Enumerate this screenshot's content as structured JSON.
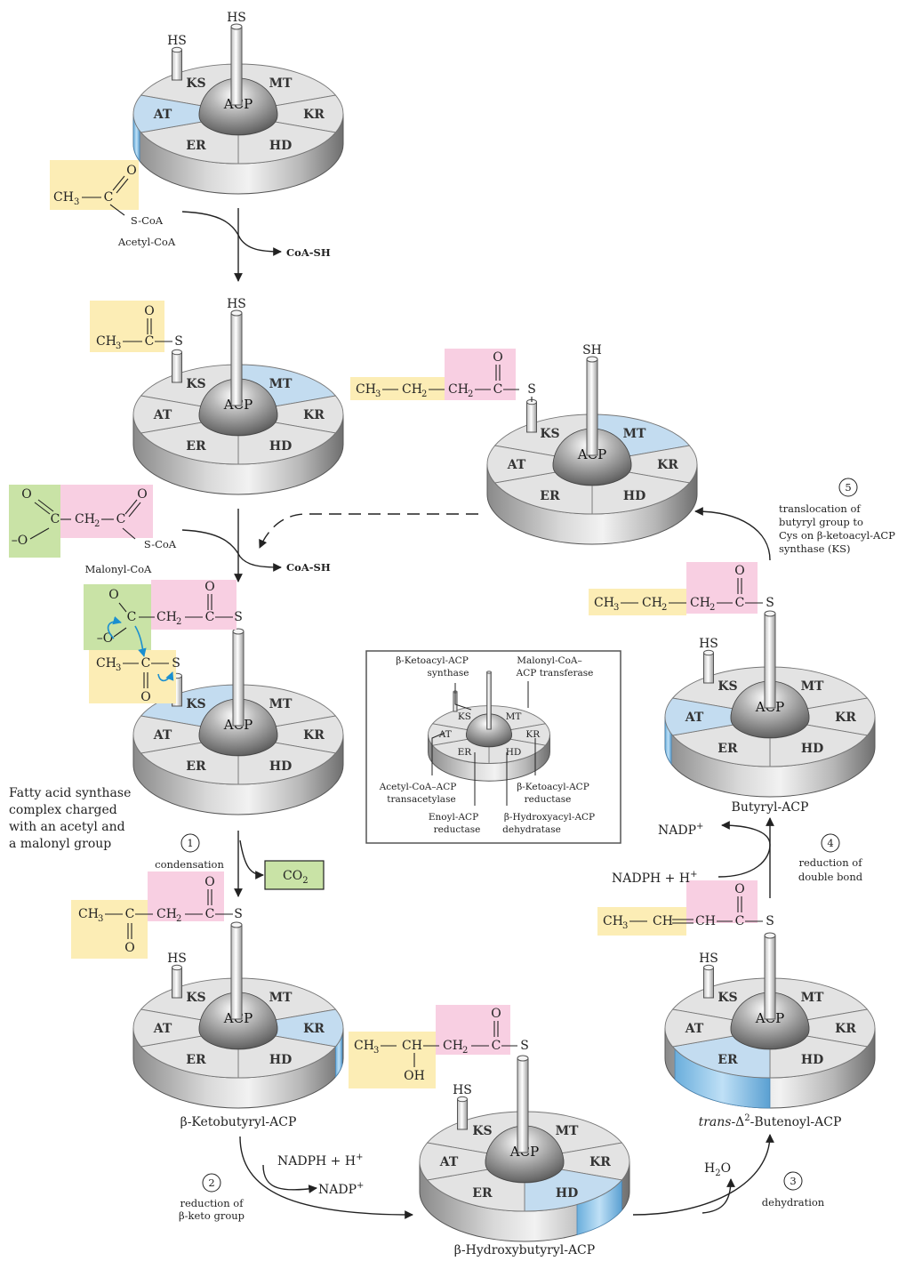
{
  "colors": {
    "yellow_box": "#fcedb5",
    "pink_box": "#f8cfe2",
    "green_box": "#c9e3a6",
    "highlight_blue": "#c3dcf0",
    "segment_gray": "#e3e3e3",
    "arrow_blue": "#1a8fd0"
  },
  "segments": {
    "ks": "KS",
    "mt": "MT",
    "kr": "KR",
    "hd": "HD",
    "er": "ER",
    "at": "AT",
    "acp": "ACP"
  },
  "thiols": {
    "hs": "HS",
    "sh": "SH",
    "s": "S"
  },
  "reagents": {
    "acetyl_coa_formula": "CH3–C(=O)–S-CoA",
    "acetyl_coa_ch3": "CH",
    "acetyl_coa_sub": "3",
    "s_coa": "S-CoA",
    "acetyl_coa_name": "Acetyl-CoA",
    "coash_1": "CoA-SH",
    "coash_2": "CoA-SH",
    "malonyl_coa_name": "Malonyl-CoA",
    "co2": "CO",
    "co2_sub": "2"
  },
  "atoms": {
    "o": "O",
    "c": "C",
    "ch2": "CH",
    "ch": "CH",
    "oh": "OH",
    "minus_o": "–O",
    "two": "2",
    "three": "3"
  },
  "labels": {
    "charged_line1": "Fatty acid synthase",
    "charged_line2": "complex charged",
    "charged_line3": "with an acetyl and",
    "charged_line4": "a malonyl group",
    "ketobutyryl": "β-Ketobutyryl-ACP",
    "hydroxybutyryl": "β-Hydroxybutyryl-ACP",
    "butenoyl_prefix": "trans",
    "butenoyl_rest": "-Δ",
    "butenoyl_sup": "2",
    "butenoyl_end": "-Butenoyl-ACP",
    "butyryl": "Butyryl-ACP"
  },
  "steps": {
    "s1_num": "1",
    "s1_text": "condensation",
    "s2_num": "2",
    "s2_line1": "reduction of",
    "s2_line2": "β-keto group",
    "s3_num": "3",
    "s3_text": "dehydration",
    "s4_num": "4",
    "s4_line1": "reduction of",
    "s4_line2": "double bond",
    "s5_num": "5",
    "s5_line1": "translocation of",
    "s5_line2": "butyryl group to",
    "s5_line3": "Cys on β-ketoacyl-ACP",
    "s5_line4": "synthase (KS)"
  },
  "cofactors": {
    "nadph": "NADPH + H",
    "nadp": "NADP",
    "plus": "+",
    "h2o_h": "H",
    "h2o_2": "2",
    "h2o_o": "O"
  },
  "legend": {
    "ks_line1": "β-Ketoacyl-ACP",
    "ks_line2": "synthase",
    "mt_line1": "Malonyl-CoA–",
    "mt_line2": "ACP transferase",
    "at_line1": "Acetyl-CoA–ACP",
    "at_line2": "transacetylase",
    "kr_line1": "β-Ketoacyl-ACP",
    "kr_line2": "reductase",
    "er_line1": "Enoyl-ACP",
    "er_line2": "reductase",
    "hd_line1": "β-Hydroxyacyl-ACP",
    "hd_line2": "dehydratase"
  }
}
